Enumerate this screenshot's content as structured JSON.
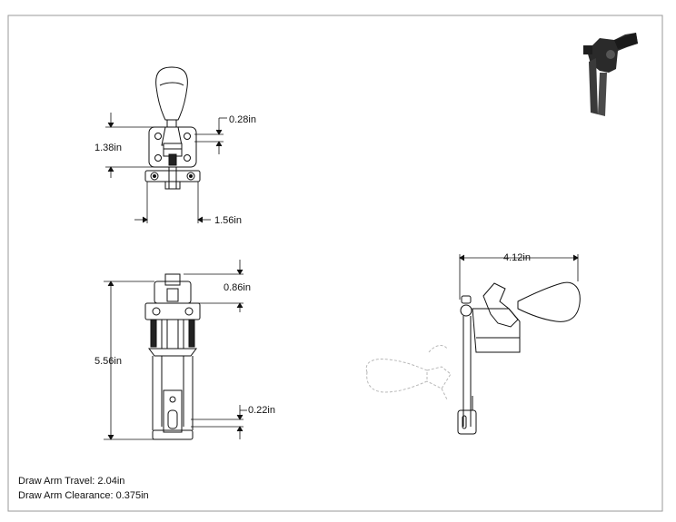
{
  "dimensions": {
    "top_view_offset": "0.28in",
    "top_view_height": "1.38in",
    "top_view_width": "1.56in",
    "front_view_offset": "0.86in",
    "front_view_height": "5.56in",
    "front_view_small": "0.22in",
    "side_view_length": "4.12in"
  },
  "notes": {
    "draw_arm_travel": "Draw Arm Travel: 2.04in",
    "draw_arm_clearance": "Draw Arm Clearance: 0.375in"
  },
  "colors": {
    "line": "#111111",
    "ghost": "#b8b8b8",
    "iso_dark": "#2a2a2a"
  }
}
